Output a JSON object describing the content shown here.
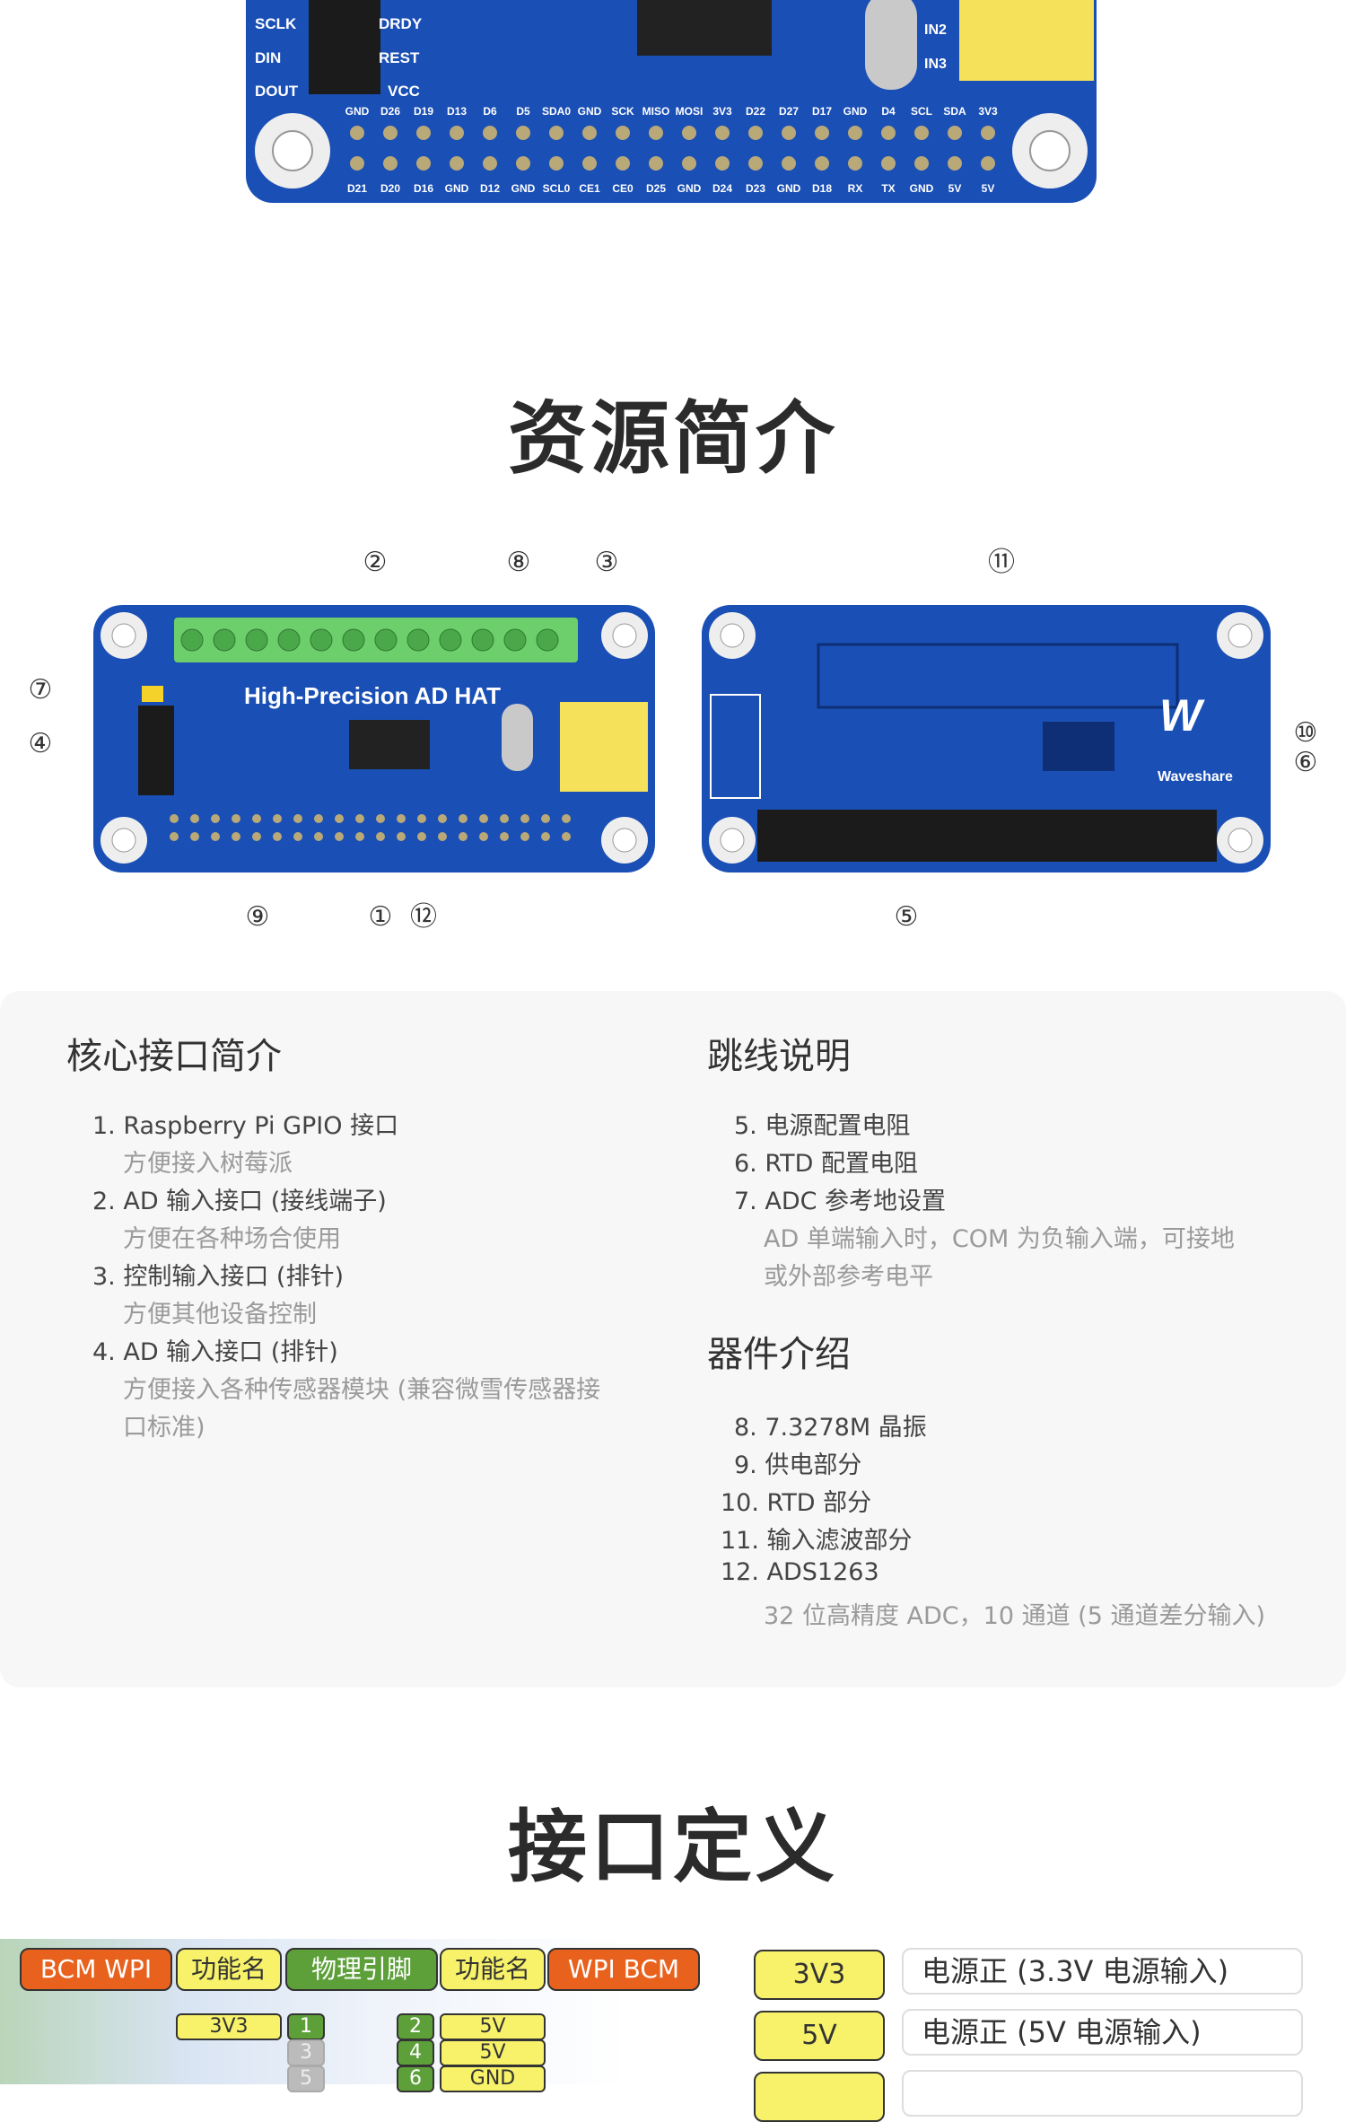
{
  "top_board": {
    "left_labels": [
      "SCLK",
      "DIN",
      "DOUT"
    ],
    "right_labels": [
      "DRDY",
      "REST",
      "VCC"
    ],
    "input_labels": [
      "IN2",
      "IN3"
    ],
    "pins_top": [
      "GND",
      "D26",
      "D19",
      "D13",
      "D6",
      "D5",
      "SDA0",
      "GND",
      "SCK",
      "MISO",
      "MOSI",
      "3V3",
      "D22",
      "D27",
      "D17",
      "GND",
      "D4",
      "SCL",
      "SDA",
      "3V3"
    ],
    "pins_bottom": [
      "D21",
      "D20",
      "D16",
      "GND",
      "D12",
      "GND",
      "SCL0",
      "CE1",
      "CE0",
      "D25",
      "GND",
      "D24",
      "D23",
      "GND",
      "D18",
      "RX",
      "TX",
      "GND",
      "5V",
      "5V"
    ]
  },
  "resources_title": "资源简介",
  "front_board": {
    "title": "High-Precision AD HAT"
  },
  "back_board": {
    "brand": "Waveshare"
  },
  "callouts": {
    "c1": "①",
    "c2": "②",
    "c3": "③",
    "c4": "④",
    "c5": "⑤",
    "c6": "⑥",
    "c7": "⑦",
    "c8": "⑧",
    "c9": "⑨",
    "c10": "⑩",
    "c11": "⑪",
    "c12": "⑫"
  },
  "core_interfaces": {
    "heading": "核心接口简介",
    "items": [
      {
        "label": "1. Raspberry Pi GPIO 接口",
        "desc": "方便接入树莓派"
      },
      {
        "label": "2. AD 输入接口 (接线端子)",
        "desc": "方便在各种场合使用"
      },
      {
        "label": "3. 控制输入接口 (排针)",
        "desc": "方便其他设备控制"
      },
      {
        "label": "4. AD 输入接口 (排针)",
        "desc": "方便接入各种传感器模块 (兼容微雪传感器接",
        "desc2": "口标准)"
      }
    ]
  },
  "jumpers": {
    "heading": "跳线说明",
    "items": [
      {
        "label": "5. 电源配置电阻"
      },
      {
        "label": "6. RTD 配置电阻"
      },
      {
        "label": "7. ADC 参考地设置",
        "desc": "AD 单端输入时，COM 为负输入端，可接地",
        "desc2": "或外部参考电平"
      }
    ]
  },
  "components": {
    "heading": "器件介绍",
    "items": [
      {
        "label": "8. 7.3278M 晶振"
      },
      {
        "label": "9. 供电部分"
      },
      {
        "label": "10. RTD 部分"
      },
      {
        "label": "11. 输入滤波部分"
      },
      {
        "label": "12. ADS1263",
        "desc": "32 位高精度 ADC，10 通道 (5 通道差分输入)"
      }
    ]
  },
  "interface_title": "接口定义",
  "pinout_header": {
    "bcm_wpi": "BCM  WPI",
    "func_left": "功能名",
    "physical": "物理引脚",
    "func_right": "功能名",
    "wpi_bcm": "WPI  BCM"
  },
  "pinout_rows": [
    {
      "left_func": "3V3",
      "left_pin": "1",
      "right_pin": "2",
      "right_func": "5V"
    },
    {
      "left_func": "",
      "left_pin": "3",
      "right_pin": "4",
      "right_func": "5V"
    },
    {
      "left_func": "",
      "left_pin": "5",
      "right_pin": "6",
      "right_func": "GND"
    }
  ],
  "pin_descriptions": [
    {
      "name": "3V3",
      "desc": "电源正 (3.3V 电源输入)"
    },
    {
      "name": "5V",
      "desc": "电源正 (5V 电源输入)"
    }
  ],
  "colors": {
    "pcb_blue": "#1a4fb5",
    "bcm_orange": "#e8621e",
    "func_yellow": "#f7f26a",
    "pin_green": "#5da03a",
    "card_bg": "#f7f7f7"
  }
}
